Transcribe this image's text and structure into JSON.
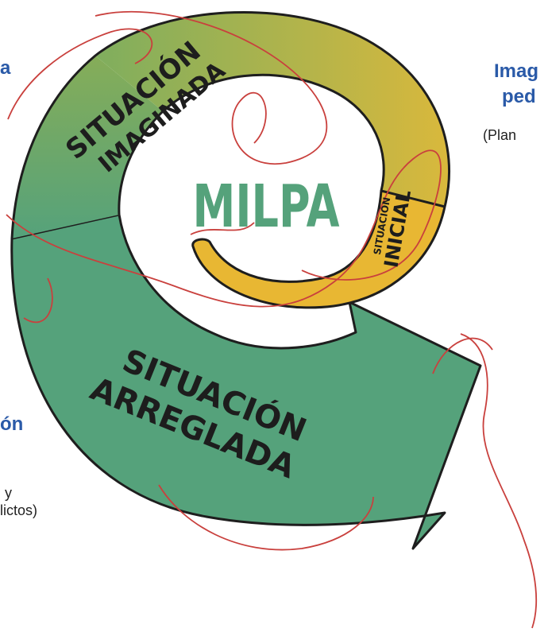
{
  "diagram": {
    "center_label": "MILPA",
    "stage_imaginada": {
      "line1": "SITUACIÓN",
      "line2": "IMAGINADA"
    },
    "stage_inicial": {
      "line1": "SITUACIÓN",
      "line2": "INICIAL"
    },
    "stage_arreglada": {
      "line1": "SITUACIÓN",
      "line2": "ARREGLADA"
    }
  },
  "side_text": {
    "left_top_fragment": "a",
    "left_bottom_fragment": "ón",
    "left_bottom_line1": "y",
    "left_bottom_line2": "lictos)",
    "right_title_line1": "Imag",
    "right_title_line2": "ped",
    "right_subtitle": "(Plan"
  },
  "colors": {
    "green": "#55a27b",
    "olive": "#9cb24d",
    "yellow": "#e8b733",
    "title_blue": "#2a5aa8",
    "thread_red": "#c9403d"
  }
}
